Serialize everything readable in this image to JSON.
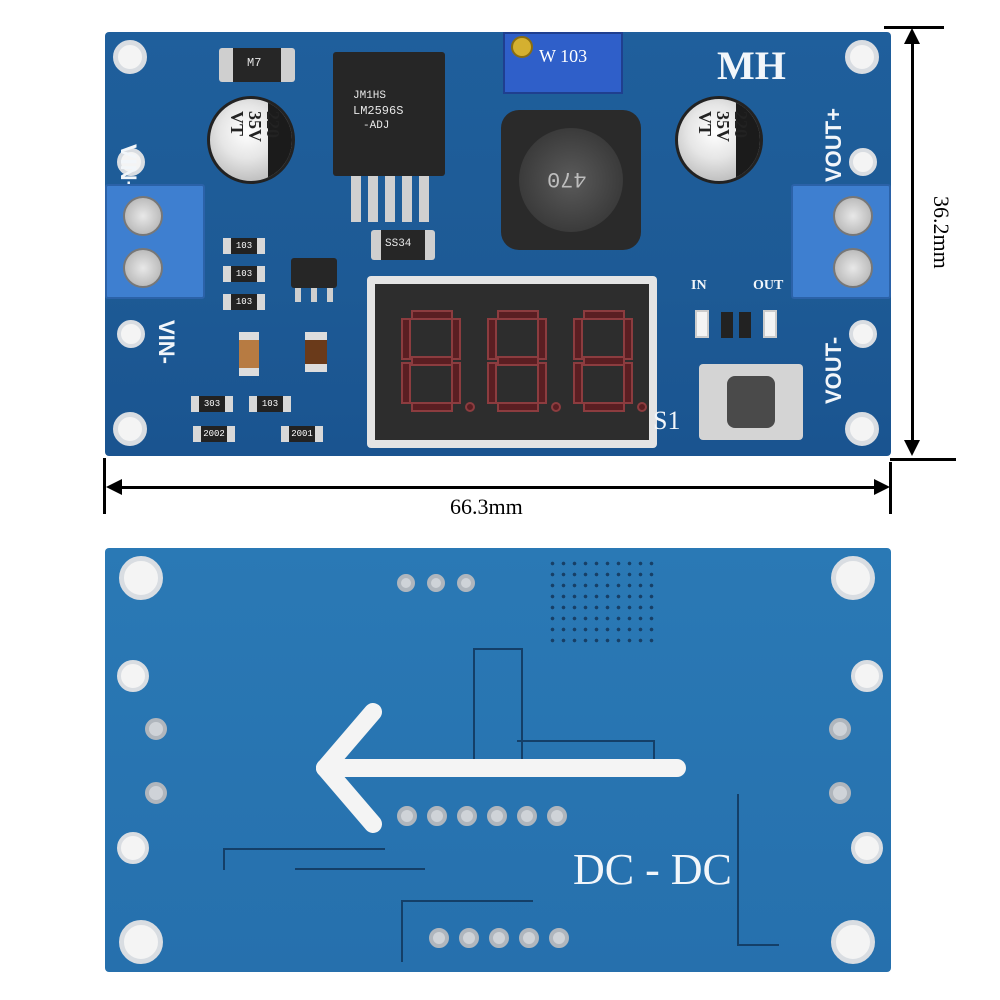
{
  "front": {
    "brand": "MH",
    "vin_plus": "VIN+",
    "vin_minus": "VIN-",
    "vout_plus": "VOUT+",
    "vout_minus": "VOUT-",
    "in_led": "IN",
    "out_led": "OUT",
    "switch_label": "S1",
    "ic_lines": [
      "JM1HS",
      "LM2596S",
      "-ADJ"
    ],
    "trim_pot": "W 103",
    "inductor": "470",
    "diode": "SS34",
    "diode_top": "M7",
    "capacitor_left": "220\n35V\nVT",
    "capacitor_right": "220\n35V\nVT",
    "resistors": [
      "103",
      "103",
      "103",
      "303",
      "103",
      "2002",
      "2001"
    ]
  },
  "dimensions": {
    "width": "66.3mm",
    "height": "36.2mm"
  },
  "back": {
    "label": "DC - DC"
  }
}
